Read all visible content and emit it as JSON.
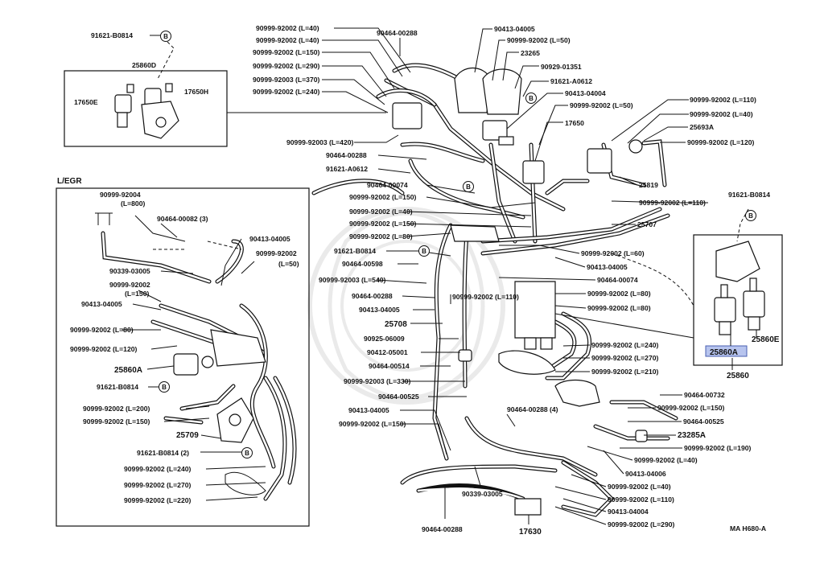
{
  "diagram": {
    "corner_code": "MA H680-A",
    "inset_title": "L/EGR",
    "highlighted_part": "25860A",
    "callout_mark": "B",
    "labels": [
      "91621-B0814",
      "25860D",
      "17650E",
      "17650H",
      "90999-92002 (L=40)",
      "90999-92002 (L=40)",
      "90999-92002 (L=150)",
      "90999-92002 (L=290)",
      "90999-92003 (L=370)",
      "90999-92002 (L=240)",
      "90464-00288",
      "90413-04005",
      "90999-92002 (L=50)",
      "23265",
      "90929-01351",
      "91621-A0612",
      "90413-04004",
      "90999-92002 (L=50)",
      "90999-92002 (L=110)",
      "90999-92002 (L=40)",
      "17650",
      "25693A",
      "90999-92002 (L=120)",
      "90999-92003 (L=420)",
      "90464-00288",
      "91621-A0612",
      "25819",
      "90464-00074",
      "90999-92002 (L=150)",
      "90999-92002 (L=40)",
      "90999-92002 (L=150)",
      "90999-92002 (L=110)",
      "91621-B0814",
      "25707",
      "90999-92002 (L=80)",
      "91621-B0814",
      "90999-92002 (L=60)",
      "90464-00598",
      "90413-04005",
      "90999-92003 (L=540)",
      "90464-00074",
      "90464-00288",
      "90999-92002 (L=110)",
      "90999-92002 (L=80)",
      "90413-04005",
      "90999-92002 (L=80)",
      "25708",
      "90925-06009",
      "90999-92002 (L=240)",
      "90412-05001",
      "90999-92002 (L=270)",
      "90464-00514",
      "90999-92002 (L=210)",
      "90999-92003 (L=330)",
      "90464-00525",
      "90464-00732",
      "90413-04005",
      "90464-00288 (4)",
      "90999-92002 (L=150)",
      "90999-92002 (L=150)",
      "90464-00525",
      "23285A",
      "90999-92002 (L=190)",
      "90999-92002 (L=40)",
      "90413-04006",
      "90999-92002 (L=40)",
      "90999-92002 (L=110)",
      "90413-04004",
      "90999-92002 (L=290)",
      "90464-00288",
      "90339-03005",
      "17630",
      "25860E",
      "25860",
      "90999-92004",
      "(L=800)",
      "90464-00082 (3)",
      "90413-04005",
      "90999-92002",
      "(L=50)",
      "90339-03005",
      "90999-92002",
      "(L=150)",
      "90413-04005",
      "90999-92002 (L=80)",
      "90999-92002 (L=120)",
      "25860A",
      "91621-B0814",
      "90999-92002 (L=200)",
      "90999-92002 (L=150)",
      "25709",
      "91621-B0814 (2)",
      "90999-92002 (L=240)",
      "90999-92002 (L=270)",
      "90999-92002 (L=220)"
    ]
  }
}
